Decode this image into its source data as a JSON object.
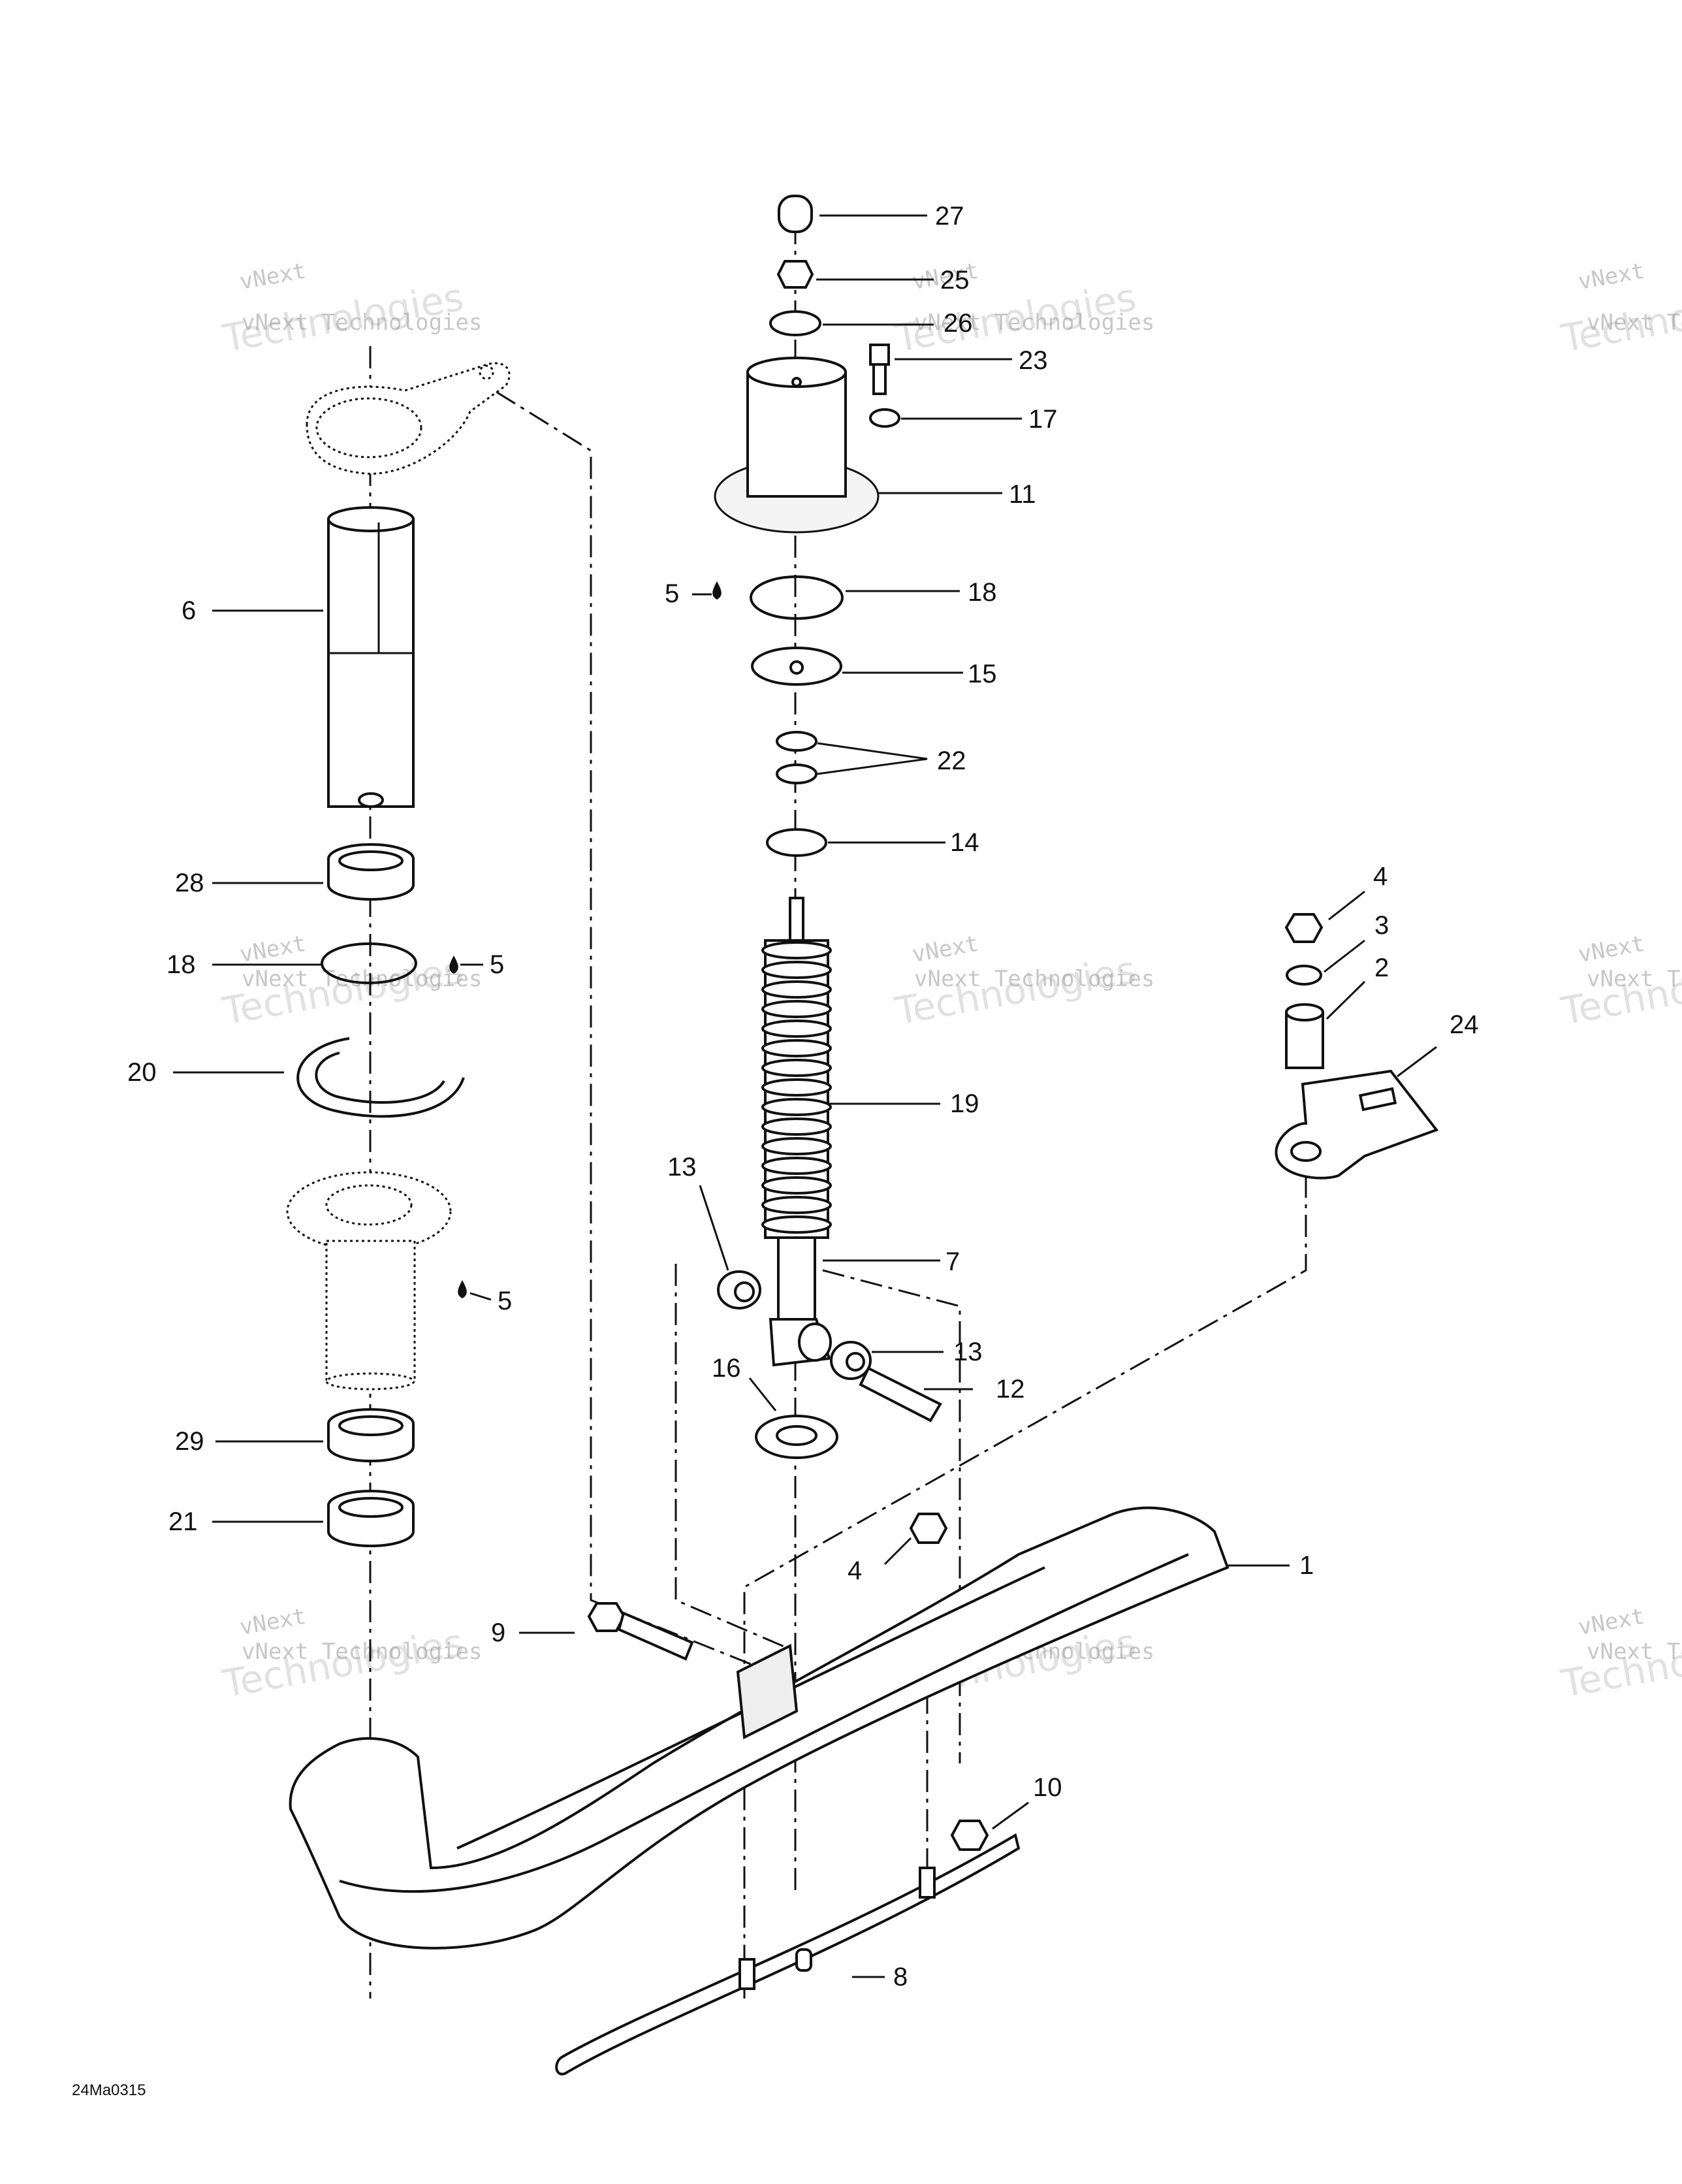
{
  "drawing_ref": "24Ma0315",
  "watermark": {
    "line1": "vNext",
    "line2": "Technologies",
    "small": "vNext Technologies"
  },
  "callouts": [
    {
      "label": "27"
    },
    {
      "label": "25"
    },
    {
      "label": "26"
    },
    {
      "label": "23"
    },
    {
      "label": "17"
    },
    {
      "label": "11"
    },
    {
      "label": "5"
    },
    {
      "label": "18"
    },
    {
      "label": "15"
    },
    {
      "label": "22"
    },
    {
      "label": "14"
    },
    {
      "label": "4"
    },
    {
      "label": "3"
    },
    {
      "label": "2"
    },
    {
      "label": "24"
    },
    {
      "label": "19"
    },
    {
      "label": "13"
    },
    {
      "label": "7"
    },
    {
      "label": "13"
    },
    {
      "label": "12"
    },
    {
      "label": "16"
    },
    {
      "label": "6"
    },
    {
      "label": "28"
    },
    {
      "label": "18"
    },
    {
      "label": "5"
    },
    {
      "label": "20"
    },
    {
      "label": "5"
    },
    {
      "label": "29"
    },
    {
      "label": "21"
    },
    {
      "label": "1"
    },
    {
      "label": "4"
    },
    {
      "label": "9"
    },
    {
      "label": "10"
    },
    {
      "label": "8"
    }
  ],
  "icons": {
    "lubricant": "oil-drop-icon"
  }
}
